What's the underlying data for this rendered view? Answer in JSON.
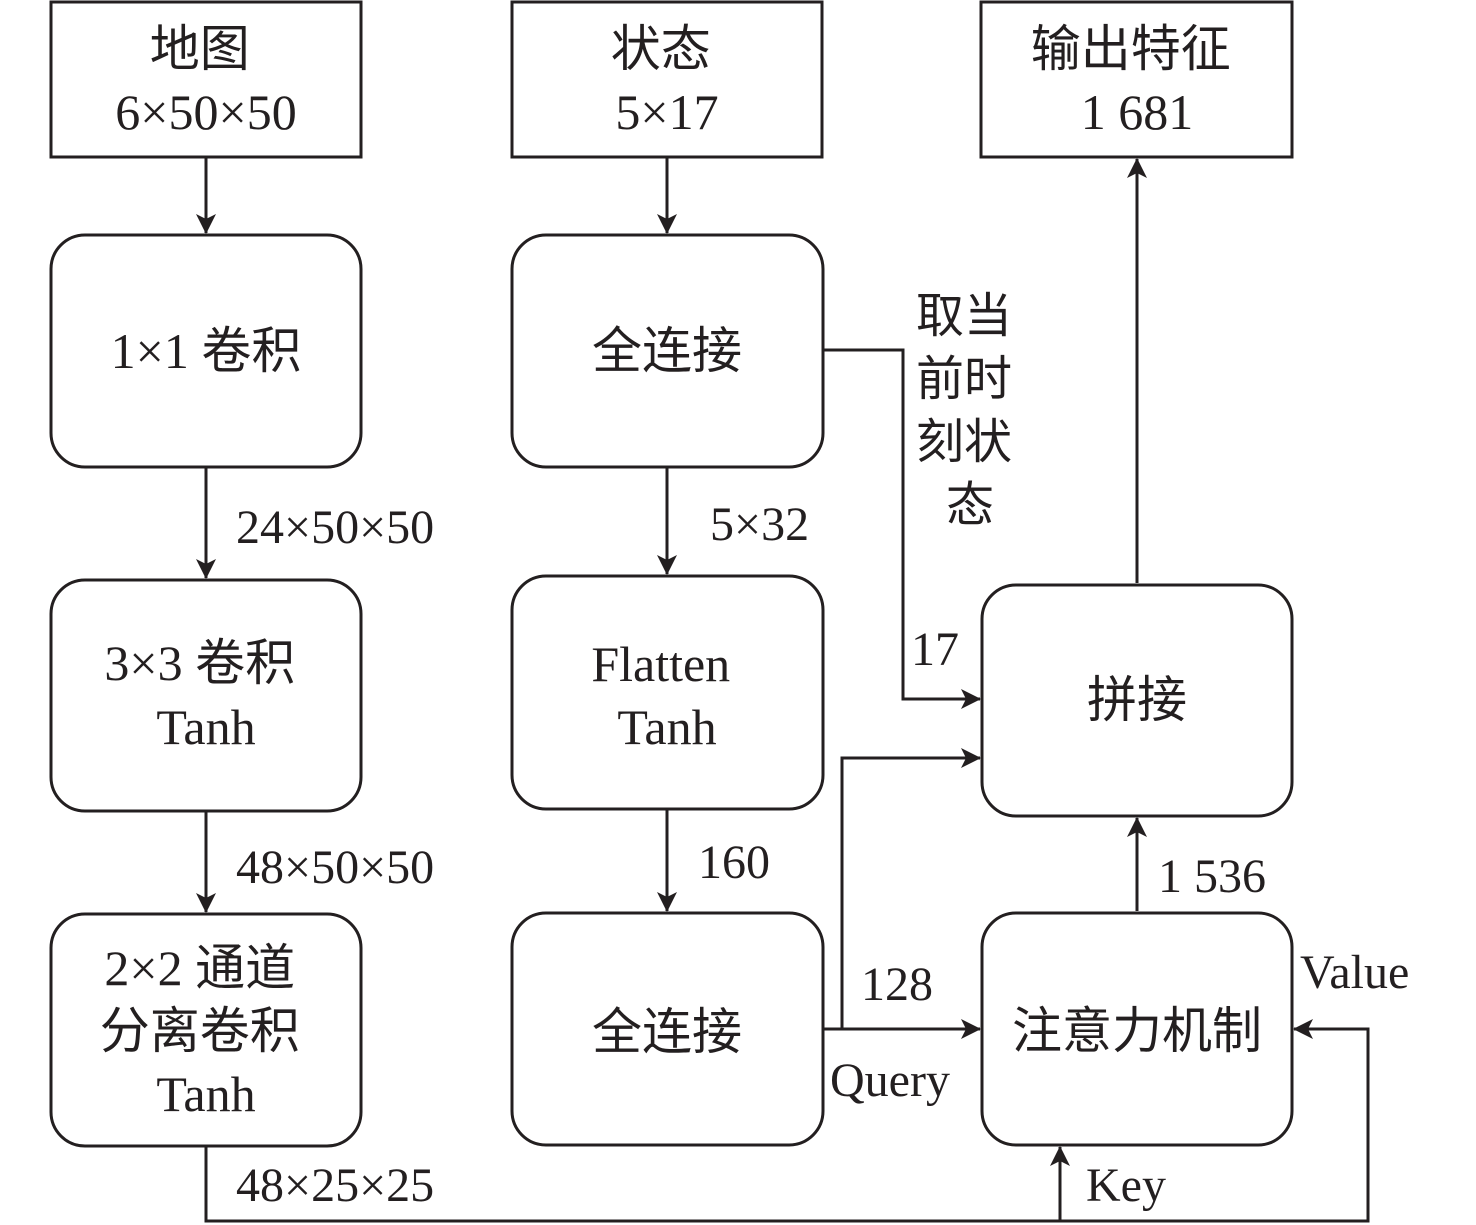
{
  "nodes": {
    "map_input": {
      "lines": [
        "地图",
        "6×50×50"
      ]
    },
    "state_input": {
      "lines": [
        "状态",
        "5×17"
      ]
    },
    "output_feature": {
      "lines": [
        "输出特征",
        "1 681"
      ]
    },
    "conv1x1": {
      "lines": [
        "1×1 卷积"
      ]
    },
    "fc1": {
      "lines": [
        "全连接"
      ]
    },
    "conv3x3": {
      "lines": [
        "3×3 卷积",
        "Tanh"
      ]
    },
    "flatten": {
      "lines": [
        "Flatten",
        "Tanh"
      ]
    },
    "concat": {
      "lines": [
        "拼接"
      ]
    },
    "sepconv": {
      "lines": [
        "2×2 通道",
        "分离卷积",
        "Tanh"
      ]
    },
    "fc2": {
      "lines": [
        "全连接"
      ]
    },
    "attention": {
      "lines": [
        "注意力机制"
      ]
    }
  },
  "edge_labels": {
    "e1": "24×50×50",
    "e2": "48×50×50",
    "e3": "48×25×25",
    "e4": "5×32",
    "e5": "160",
    "e6": "17",
    "e7": "128",
    "e8": "1 536",
    "query": "Query",
    "key": "Key",
    "value": "Value",
    "current_state": [
      "取当",
      "前时",
      "刻状",
      "态"
    ]
  }
}
